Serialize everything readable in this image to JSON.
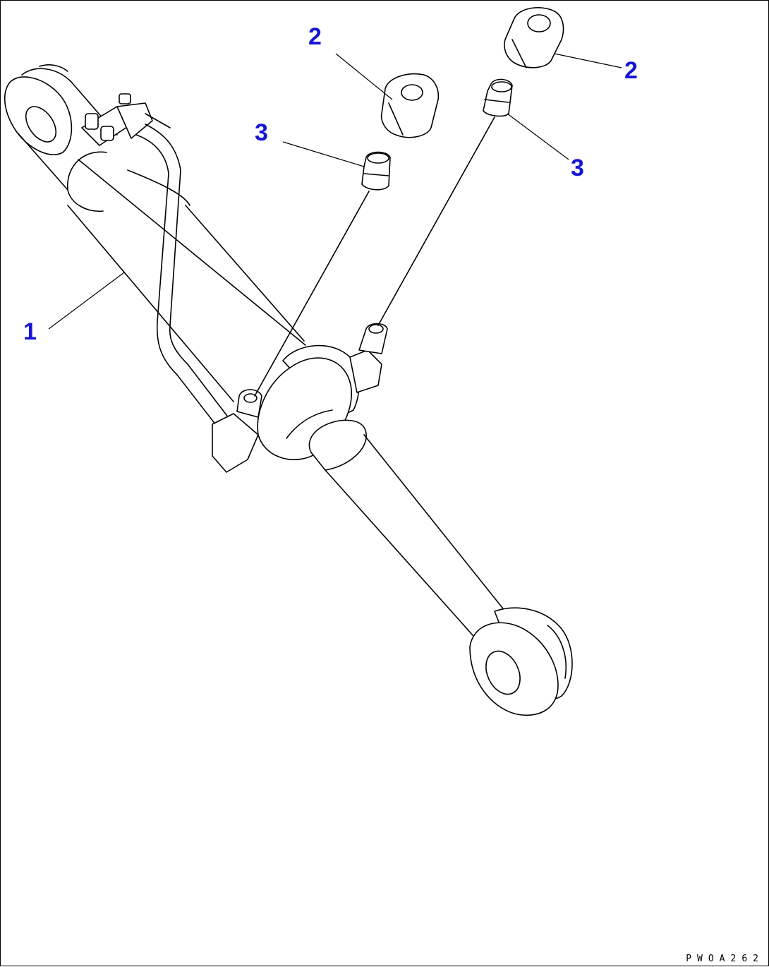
{
  "callouts": [
    {
      "id": "cylinder",
      "label": "1"
    },
    {
      "id": "cap-top-left",
      "label": "2"
    },
    {
      "id": "cap-top-right",
      "label": "2"
    },
    {
      "id": "nipple-left",
      "label": "3"
    },
    {
      "id": "nipple-right",
      "label": "3"
    }
  ],
  "drawing_code": "PWOA262",
  "colors": {
    "callout": "#1515d6",
    "line": "#000000",
    "background": "#ffffff"
  }
}
